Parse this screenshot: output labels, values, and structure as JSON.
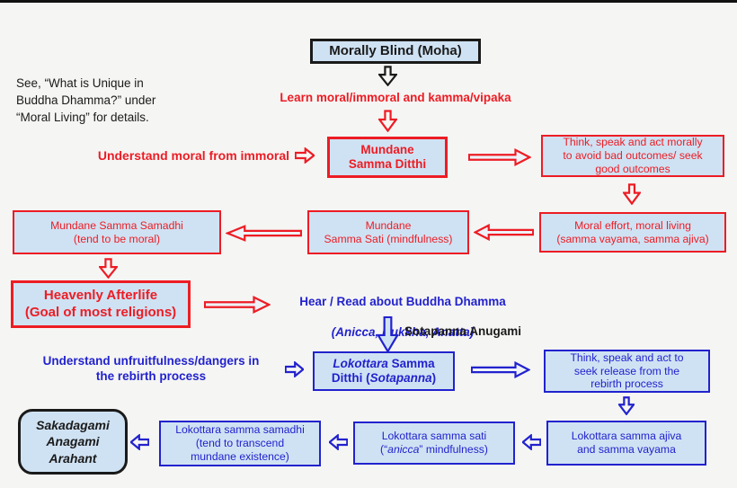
{
  "colors": {
    "background": "#f5f5f3",
    "box_fill": "#cfe2f3",
    "mundane_accent": "#ed1c24",
    "lokottara_accent": "#2222ce",
    "neutral": "#1a1a1a"
  },
  "note": "See, “What is Unique in\nBuddha Dhamma?” under\n“Moral Living” for details.",
  "flow_top": {
    "moha_box": "Morally Blind (Moha)",
    "learn_label": "Learn moral/immoral and kamma/vipaka"
  },
  "mundane": {
    "understand_label": "Understand moral from immoral",
    "ditthi_box": "Mundane\nSamma Ditthi",
    "think_box": "Think, speak and act morally\nto avoid bad outcomes/ seek\ngood outcomes",
    "effort_box": "Moral effort, moral living\n(samma vayama, samma ajiva)",
    "sati_box": "Mundane\nSamma Sati (mindfulness)",
    "samadhi_box": "Mundane Samma Samadhi\n(tend to be moral)",
    "heavenly_box": "Heavenly Afterlife\n(Goal of most religions)"
  },
  "transition": {
    "hear_line1": "Hear / Read about Buddha Dhamma",
    "hear_line2": "(Anicca, Dukkha, Anatta)",
    "sotapanna_label": "Sotapanna Anugami"
  },
  "lokottara": {
    "understand_label": "Understand unfruitfulness/dangers in\nthe rebirth process",
    "ditthi_box": {
      "it1": "Lokottara",
      "r1": " Samma",
      "r2": "Ditthi (",
      "it2": "Sotapanna",
      "r3": ")"
    },
    "think_box": "Think, speak and act to\nseek release from the\nrebirth process",
    "ajiva_box": "Lokottara samma ajiva\nand samma vayama",
    "sati_box": {
      "line1": "Lokottara samma sati",
      "pre": "(“",
      "it": "anicca",
      "post": "” mindfulness)"
    },
    "samadhi_box": "Lokottara samma samadhi\n(tend to transcend\nmundane existence)",
    "final_box": "Sakadagami\nAnagami\nArahant"
  }
}
